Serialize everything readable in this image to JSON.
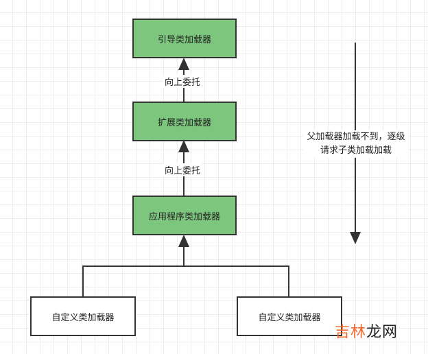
{
  "nodes": {
    "bootstrap": "引导类加载器",
    "extension": "扩展类加载器",
    "application": "应用程序类加载器",
    "custom_left": "自定义类加载器",
    "custom_right": "自定义类加载器"
  },
  "edge_labels": {
    "upper": "向上委托",
    "lower": "向上委托"
  },
  "note": "父加载器加载不到，逐级请求子类加载加载",
  "watermark": {
    "orange": "吉林",
    "dark": "龙网"
  },
  "colors": {
    "node_fill": "#7dc67d",
    "stroke": "#333333",
    "watermark": "#f26a2e"
  }
}
